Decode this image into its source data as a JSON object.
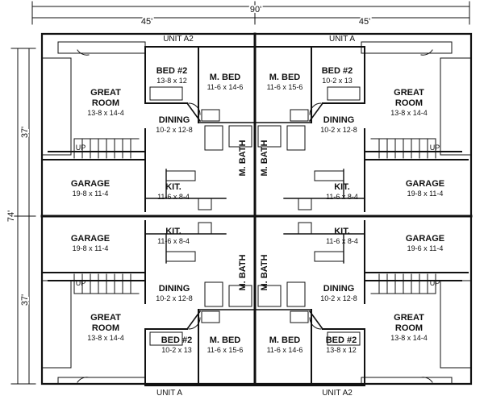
{
  "dimensions": {
    "overall_width": "90'",
    "left_width": "45'",
    "right_width": "45'",
    "overall_depth": "74'",
    "top_depth": "37'",
    "bottom_depth": "37'"
  },
  "units": [
    {
      "id": "a2-top",
      "label": "UNIT A2"
    },
    {
      "id": "a-top",
      "label": "UNIT A"
    },
    {
      "id": "a-bottom",
      "label": "UNIT A"
    },
    {
      "id": "a2-bottom",
      "label": "UNIT A2"
    }
  ],
  "rooms": [
    {
      "id": "tl-bed2",
      "name": "BED #2",
      "dim": "13-8 x 12"
    },
    {
      "id": "tl-mbed",
      "name": "M. BED",
      "dim": "11-6 x 14-6"
    },
    {
      "id": "tl-great",
      "name": "GREAT\nROOM",
      "dim": "13-8 x 14-4"
    },
    {
      "id": "tl-dining",
      "name": "DINING",
      "dim": "10-2 x 12-8"
    },
    {
      "id": "tl-garage",
      "name": "GARAGE",
      "dim": "19-8 x 11-4"
    },
    {
      "id": "tl-kit",
      "name": "KIT.",
      "dim": "11-6 x 8-4"
    },
    {
      "id": "tr-mbed",
      "name": "M. BED",
      "dim": "11-6 x 15-6"
    },
    {
      "id": "tr-bed2",
      "name": "BED #2",
      "dim": "10-2 x 13"
    },
    {
      "id": "tr-great",
      "name": "GREAT\nROOM",
      "dim": "13-8 x 14-4"
    },
    {
      "id": "tr-dining",
      "name": "DINING",
      "dim": "10-2 x 12-8"
    },
    {
      "id": "tr-garage",
      "name": "GARAGE",
      "dim": "19-8 x 11-4"
    },
    {
      "id": "tr-kit",
      "name": "KIT.",
      "dim": "11-6 x 8-4"
    },
    {
      "id": "bl-garage",
      "name": "GARAGE",
      "dim": "19-8 x 11-4"
    },
    {
      "id": "bl-kit",
      "name": "KIT.",
      "dim": "11-6 x 8-4"
    },
    {
      "id": "bl-dining",
      "name": "DINING",
      "dim": "10-2 x 12-8"
    },
    {
      "id": "bl-great",
      "name": "GREAT\nROOM",
      "dim": "13-8 x 14-4"
    },
    {
      "id": "bl-bed2",
      "name": "BED #2",
      "dim": "10-2 x 13"
    },
    {
      "id": "bl-mbed",
      "name": "M. BED",
      "dim": "11-6 x 15-6"
    },
    {
      "id": "br-garage",
      "name": "GARAGE",
      "dim": "19-6 x 11-4"
    },
    {
      "id": "br-kit",
      "name": "KIT.",
      "dim": "11-6 x 8-4"
    },
    {
      "id": "br-dining",
      "name": "DINING",
      "dim": "10-2 x 12-8"
    },
    {
      "id": "br-great",
      "name": "GREAT\nROOM",
      "dim": "13-8 x 14-4"
    },
    {
      "id": "br-mbed",
      "name": "M. BED",
      "dim": "11-6 x 14-6"
    },
    {
      "id": "br-bed2",
      "name": "BED #2",
      "dim": "13-8 x 12"
    }
  ],
  "baths": [
    {
      "id": "bath-tl",
      "label": "M. BATH"
    },
    {
      "id": "bath-tr",
      "label": "M. BATH"
    },
    {
      "id": "bath-bl",
      "label": "M. BATH"
    },
    {
      "id": "bath-br",
      "label": "M. BATH"
    }
  ],
  "stairs": [
    {
      "id": "up-tl",
      "label": "UP"
    },
    {
      "id": "up-tr",
      "label": "UP"
    },
    {
      "id": "up-bl",
      "label": "UP"
    },
    {
      "id": "up-br",
      "label": "UP"
    }
  ]
}
